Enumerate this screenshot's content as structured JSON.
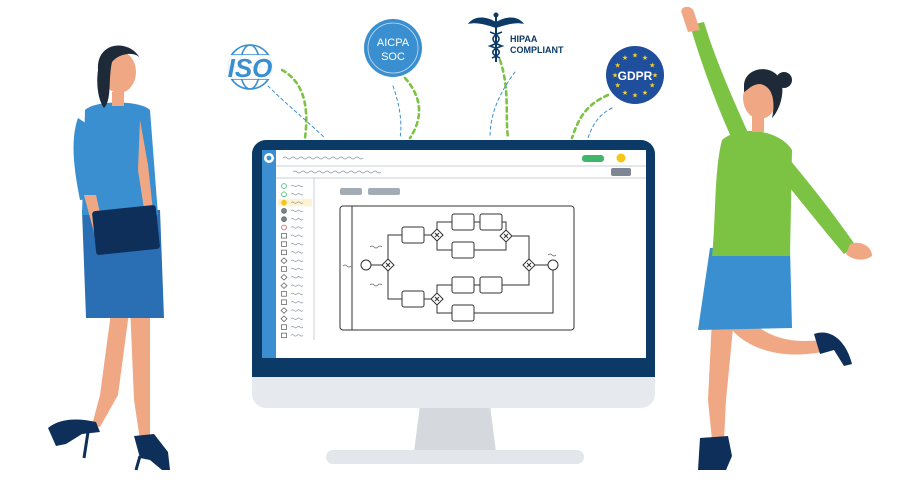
{
  "badges": {
    "iso": "ISO",
    "aicpa_line1": "AICPA",
    "aicpa_line2": "SOC",
    "hipaa_line1": "HIPAA",
    "hipaa_line2": "COMPLIANT",
    "gdpr": "GDPR"
  },
  "colors": {
    "monitor_frame": "#0b3a66",
    "screen_sidebar": "#3b8fd1",
    "badge_blue": "#3a8fd1",
    "gdpr_blue": "#1f4e9c",
    "eu_star": "#f5cf2a",
    "connector_green": "#7cc243",
    "connector_blue": "#3b8fd1",
    "screen_green_button": "#3fb76b",
    "screen_yellow_dot": "#f5c518",
    "woman_left_top": "#3a8fd1",
    "woman_left_skirt": "#2a6fb3",
    "woman_right_top": "#7cc243",
    "woman_right_skirt": "#3a8fd1",
    "shoes": "#0d2f5a",
    "skin": "#f0a884",
    "hair": "#1f2a38"
  }
}
